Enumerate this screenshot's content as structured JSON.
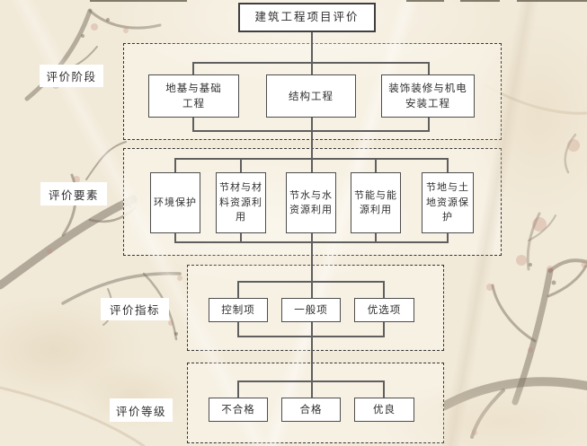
{
  "diagram": {
    "title": "建筑工程项目评价",
    "levels": [
      {
        "label": "评价阶段",
        "nodes": [
          {
            "text": "地基与基础\n工程"
          },
          {
            "text": "结构工程"
          },
          {
            "text": "装饰装修与机电\n安装工程"
          }
        ]
      },
      {
        "label": "评价要素",
        "nodes": [
          {
            "text": "环境保护"
          },
          {
            "text": "节材与材\n料资源利\n用"
          },
          {
            "text": "节水与水\n资源利用"
          },
          {
            "text": "节能与能\n源利用"
          },
          {
            "text": "节地与土\n地资源保\n护"
          }
        ]
      },
      {
        "label": "评价指标",
        "nodes": [
          {
            "text": "控制项"
          },
          {
            "text": "一般项"
          },
          {
            "text": "优选项"
          }
        ]
      },
      {
        "label": "评价等级",
        "nodes": [
          {
            "text": "不合格"
          },
          {
            "text": "合格"
          },
          {
            "text": "优良"
          }
        ]
      }
    ],
    "colors": {
      "paper": "#f2ead9",
      "box_fill": "#ffffff",
      "box_border": "#4d4d4d",
      "connector_line": "#5f5f5f",
      "dashed_border": "#333333",
      "text": "#2f2f2f",
      "branch_ink": "#8b8072",
      "blossom": "#c08a7c"
    }
  }
}
